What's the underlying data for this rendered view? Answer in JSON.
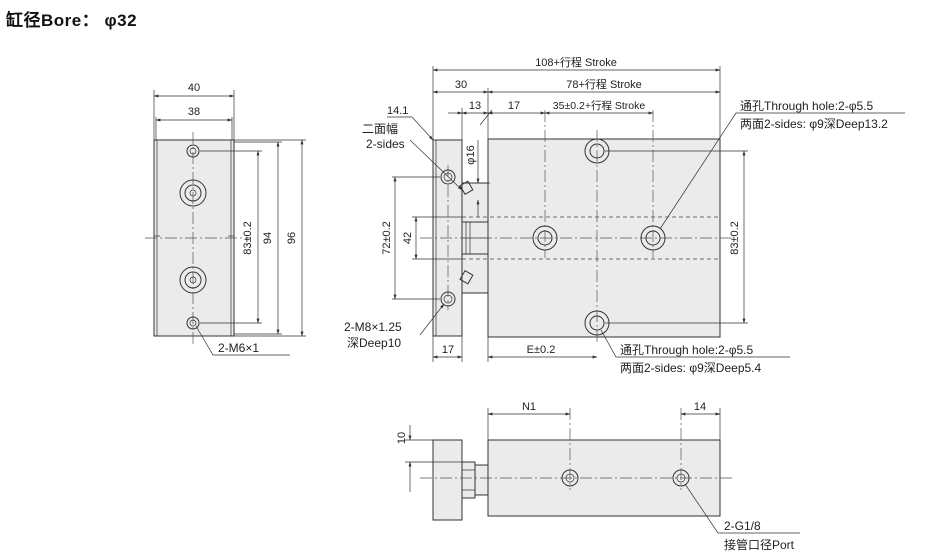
{
  "title": "缸径Bore： φ32",
  "left_view": {
    "width_outer": "40",
    "width_inner": "38",
    "height_inner": "83±0.2",
    "height_mid": "94",
    "height_outer": "96",
    "thread_note": "2-M6×1"
  },
  "front_view": {
    "overall_length": "108+行程 Stroke",
    "length_30": "30",
    "body_length": "78+行程 Stroke",
    "flange_thickness": "14.1",
    "dim_13": "13",
    "dim_17_top": "17",
    "hole_pitch": "35±0.2+行程 Stroke",
    "two_sides_cn": "二面幅",
    "two_sides_en": "2-sides",
    "rod_dia": "φ16",
    "height_72": "72±0.2",
    "height_42": "42",
    "height_83": "83±0.2",
    "through_hole_top_1": "通孔Through hole:2-φ5.5",
    "through_hole_top_2": "两面2-sides: φ9深Deep13.2",
    "thread_bottom_1": "2-M8×1.25",
    "thread_bottom_2": "深Deep10",
    "dim_17_bottom": "17",
    "dim_e": "E±0.2",
    "through_hole_bottom_1": "通孔Through hole:2-φ5.5",
    "through_hole_bottom_2": "两面2-sides: φ9深Deep5.4"
  },
  "bottom_view": {
    "dim_n1": "N1",
    "dim_14": "14",
    "dim_10": "10",
    "port_1": "2-G1/8",
    "port_2": "接管口径Port"
  }
}
